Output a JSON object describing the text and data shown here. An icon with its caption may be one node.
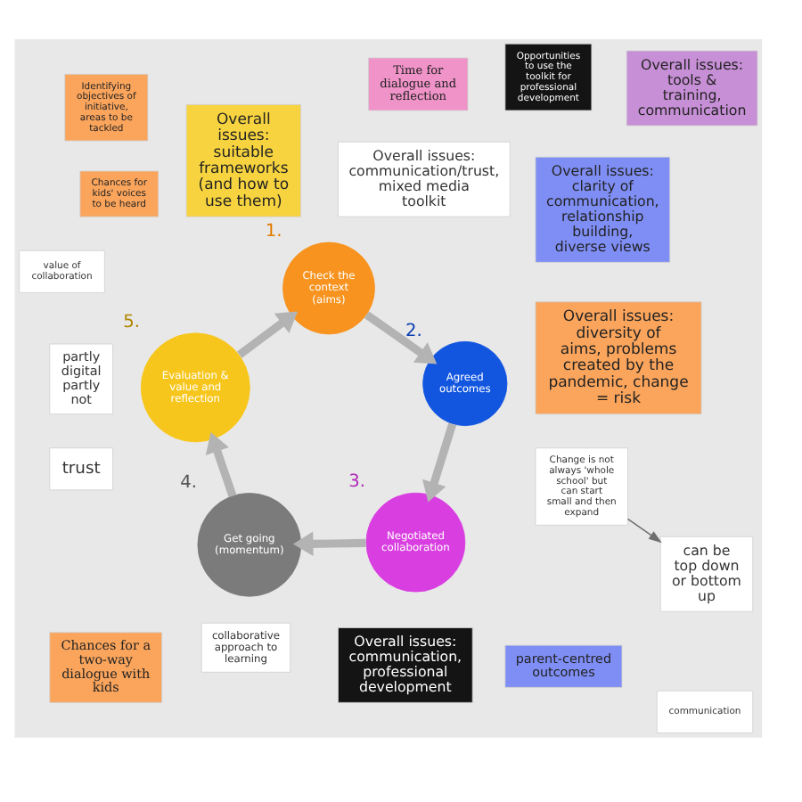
{
  "diagram": {
    "nodes": [
      {
        "text": [
          "Chances for a two-way dialogue with kids"
        ]
      },
      {
        "text": [
          "Overall issues: diversity of aims, problems created by the pandemic, change = risk"
        ]
      },
      {
        "text": [
          "collaborative approach to learning"
        ]
      },
      {
        "text": [
          "partly digital partly not"
        ]
      },
      {
        "text": [
          "Chances for kids' voices to be heard"
        ]
      },
      {
        "text": [
          "Identifying objectives of initiative, areas to be tackled"
        ]
      },
      {
        "text": [
          "parent-centred outcomes"
        ]
      },
      {
        "text": [
          "Overall issues: clarity of communication, relationship building, diverse views"
        ]
      },
      {
        "text": [
          "Overall issues: suitable frameworks (and how to use them)"
        ]
      },
      {
        "text": [
          "Check the context (aims)"
        ],
        "beside": [
          "1."
        ]
      },
      {
        "text": [
          "Agreed outcomes"
        ],
        "beside": [
          "2."
        ]
      },
      {
        "text": [
          "Negotiated collaboration"
        ],
        "beside": [
          "3."
        ]
      },
      {
        "text": [
          "Get going (momentum)"
        ],
        "beside": [
          "4."
        ]
      },
      {
        "text": [
          "Evaluation & value and reflection"
        ],
        "beside": [
          "5."
        ]
      },
      {
        "text": [
          "value of collaboration"
        ]
      },
      {
        "text": [
          "communication"
        ]
      },
      {
        "text": [
          "trust"
        ]
      },
      {
        "text": [
          "Opportunities to use the toolkit for professional development"
        ]
      },
      {
        "text": [
          "Overall issues: communication, professional development"
        ]
      },
      {
        "text": [
          "Overall issues: communication/trust, mixed media toolkit"
        ]
      },
      {
        "text": [
          "Time for dialogue and reflection"
        ]
      },
      {
        "text": [
          "Change is not always 'whole school' but can start small and then expand"
        ]
      },
      {
        "text": [
          "can be top down or bottom up"
        ]
      },
      {
        "text": [
          "Overall issues: tools & training, communication"
        ]
      }
    ],
    "edges": [
      {
        "from": 9,
        "to": 10,
        "arrow": "to"
      },
      {
        "from": 10,
        "to": 11,
        "arrow": "to"
      },
      {
        "from": 11,
        "to": 12,
        "arrow": "to"
      },
      {
        "from": 12,
        "to": 13,
        "arrow": "to"
      },
      {
        "from": 13,
        "to": 9,
        "arrow": "to"
      },
      {
        "from": 21,
        "to": 22,
        "arrow": "to",
        "color": "#6f6f6f"
      }
    ]
  }
}
